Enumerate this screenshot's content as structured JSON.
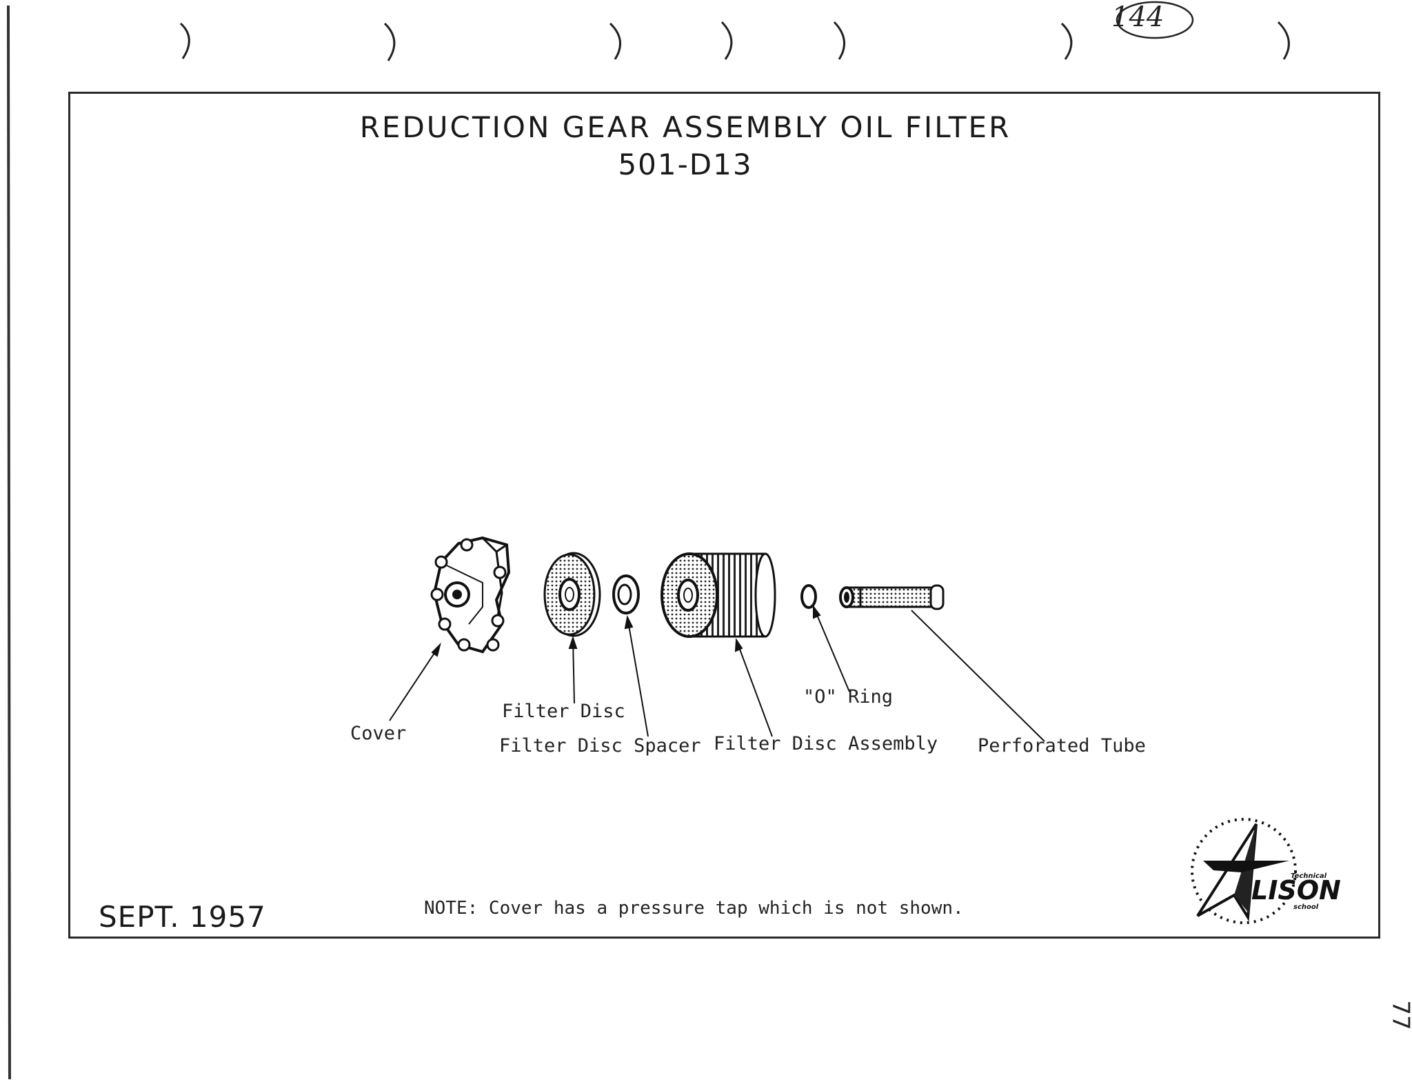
{
  "page_number": "144",
  "side_number": "77",
  "title": {
    "line1": "REDUCTION GEAR ASSEMBLY OIL FILTER",
    "line2": "501-D13"
  },
  "parts": {
    "cover": "Cover",
    "filter_disc": "Filter Disc",
    "filter_disc_spacer": "Filter Disc Spacer",
    "filter_disc_assembly": "Filter Disc Assembly",
    "o_ring": "\"O\" Ring",
    "perforated_tube": "Perforated Tube"
  },
  "footer": {
    "date": "SEPT. 1957",
    "note": "NOTE:  Cover has a pressure tap which is not shown."
  },
  "logo": {
    "word": "LISON",
    "small_top": "Technical",
    "small_bottom": "school"
  }
}
